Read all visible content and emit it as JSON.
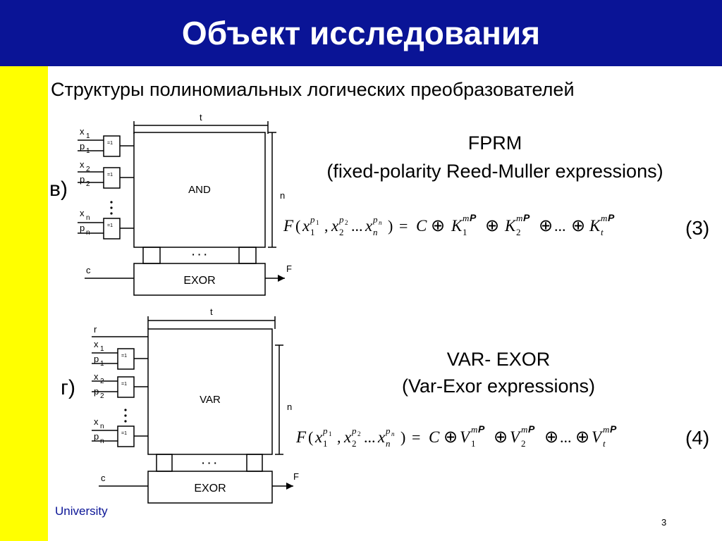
{
  "title": "Объект исследования",
  "subtitle": "Структуры полиномиальных логических преобразователей",
  "footer": {
    "university": "University",
    "page": "3"
  },
  "colors": {
    "title_bar": "#0a1496",
    "side_strip": "#ffff00",
    "university_text": "#0a1496"
  },
  "structure_v": {
    "label": "в)",
    "heading": "FPRM",
    "expansion": "(fixed-polarity Reed-Muller expressions)",
    "equation_number": "(3)",
    "inputs": [
      "x",
      "1",
      "p",
      "1",
      "x",
      "2",
      "p",
      "2",
      "x",
      "n",
      "p",
      "n"
    ],
    "gate": "=1",
    "t": "t",
    "n": "n",
    "main_block": "AND",
    "bottom_block": "EXOR",
    "input_c": "c",
    "output_f": "F",
    "dots": "·   ·   ·",
    "formula": {
      "lhs_f": "F",
      "paren_open": "(",
      "x": "x",
      "p": "p",
      "sub1": "1",
      "sub2": "2",
      "subn": "n",
      "comma": ",",
      "ellipsis": "...",
      "paren_close": ")",
      "eq": "=",
      "c": "C",
      "xor": "⊕",
      "term": "K",
      "subt": "t",
      "m": "m",
      "bold_p": "P"
    }
  },
  "structure_g": {
    "label": "г)",
    "heading": "VAR- EXOR",
    "expansion": "(Var-Exor expressions)",
    "equation_number": "(4)",
    "inputs": [
      "r",
      "x",
      "1",
      "p",
      "1",
      "x",
      "2",
      "p",
      "2",
      "x",
      "n",
      "p",
      "n"
    ],
    "gate": "=1",
    "t": "t",
    "n": "n",
    "main_block": "VAR",
    "bottom_block": "EXOR",
    "input_c": "c",
    "output_f": "F",
    "dots": "·   ·   ·",
    "formula": {
      "lhs_f": "F",
      "paren_open": "(",
      "x": "x",
      "p": "p",
      "sub1": "1",
      "sub2": "2",
      "subn": "n",
      "comma": ",",
      "ellipsis": "...",
      "paren_close": ")",
      "eq": "=",
      "c": "C",
      "xor": "⊕",
      "term": "V",
      "subt": "t",
      "m": "m",
      "bold_p": "P"
    }
  }
}
